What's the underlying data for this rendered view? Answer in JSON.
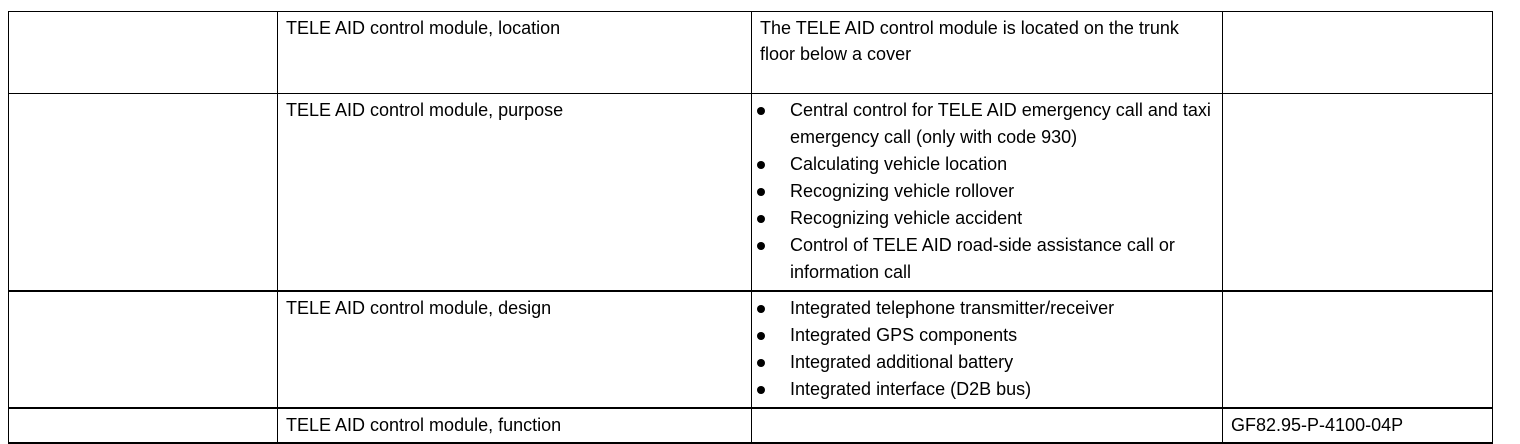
{
  "document": {
    "type": "specification-table",
    "background_color": "#ffffff",
    "text_color": "#000000",
    "border_color": "#000000"
  },
  "table": {
    "column_count": 4,
    "rows": [
      {
        "id": "location",
        "col1": "",
        "col2": "TELE AID control module, location",
        "col3_kind": "paragraph",
        "col3_text": "The TELE AID control module is located on the trunk floor below a cover",
        "col4": ""
      },
      {
        "id": "purpose",
        "col1": "",
        "col2": "TELE AID control module, purpose",
        "col3_kind": "bullets",
        "col3_bullets": [
          "Central control for TELE AID emergency call and taxi emergency call (only with code 930)",
          "Calculating vehicle location",
          "Recognizing vehicle rollover",
          "Recognizing vehicle accident",
          "Control of TELE AID road-side assistance call or information call"
        ],
        "col4": ""
      },
      {
        "id": "design",
        "col1": "",
        "col2": "TELE AID control module, design",
        "col3_kind": "bullets",
        "col3_bullets": [
          "Integrated telephone transmitter/receiver",
          "Integrated GPS components",
          "Integrated additional battery",
          "Integrated interface (D2B bus)"
        ],
        "col4": ""
      },
      {
        "id": "function",
        "col1": "",
        "col2": "TELE AID control module, function",
        "col3_kind": "empty",
        "col3_text": "",
        "col4": "GF82.95-P-4100-04P"
      }
    ]
  }
}
